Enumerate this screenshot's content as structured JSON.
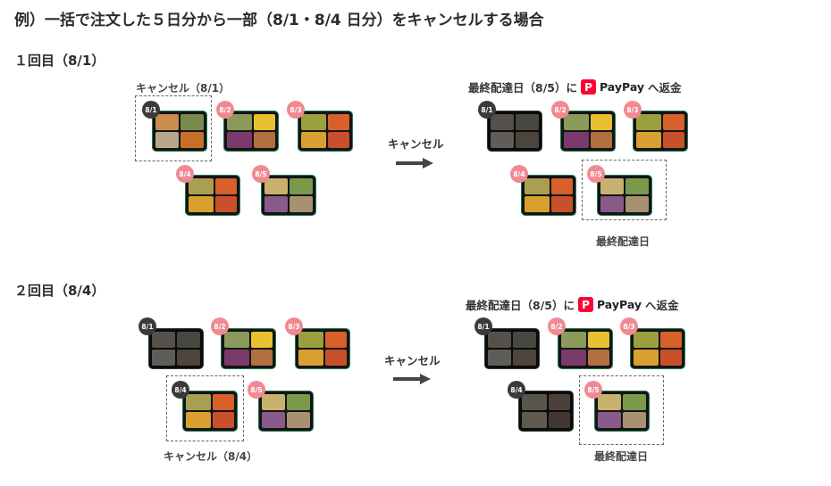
{
  "title": "例）一括で注文した５日分から一部（8/1・8/4 日分）をキャンセルする場合",
  "round1": {
    "heading": "１回目（8/1）",
    "cancel_caption": "キャンセル（8/1）",
    "arrow_label": "キャンセル",
    "refund_note_prefix": "最終配達日（8/5）に",
    "refund_note_suffix": "へ返金",
    "last_day_caption": "最終配達日"
  },
  "round2": {
    "heading": "２回目（8/4）",
    "cancel_caption": "キャンセル（8/4）",
    "arrow_label": "キャンセル",
    "refund_note_prefix": "最終配達日（8/5）に",
    "refund_note_suffix": "へ返金",
    "last_day_caption": "最終配達日"
  },
  "paypay": {
    "logo_glyph": "P",
    "brand": "PayPay",
    "color": "#ff0033"
  },
  "dates": [
    "8/1",
    "8/2",
    "8/3",
    "8/4",
    "8/5"
  ],
  "colors": {
    "badge_active": "#f08a92",
    "badge_cancelled": "#3a3a3a",
    "tray_rim": "#1f7a4a"
  }
}
